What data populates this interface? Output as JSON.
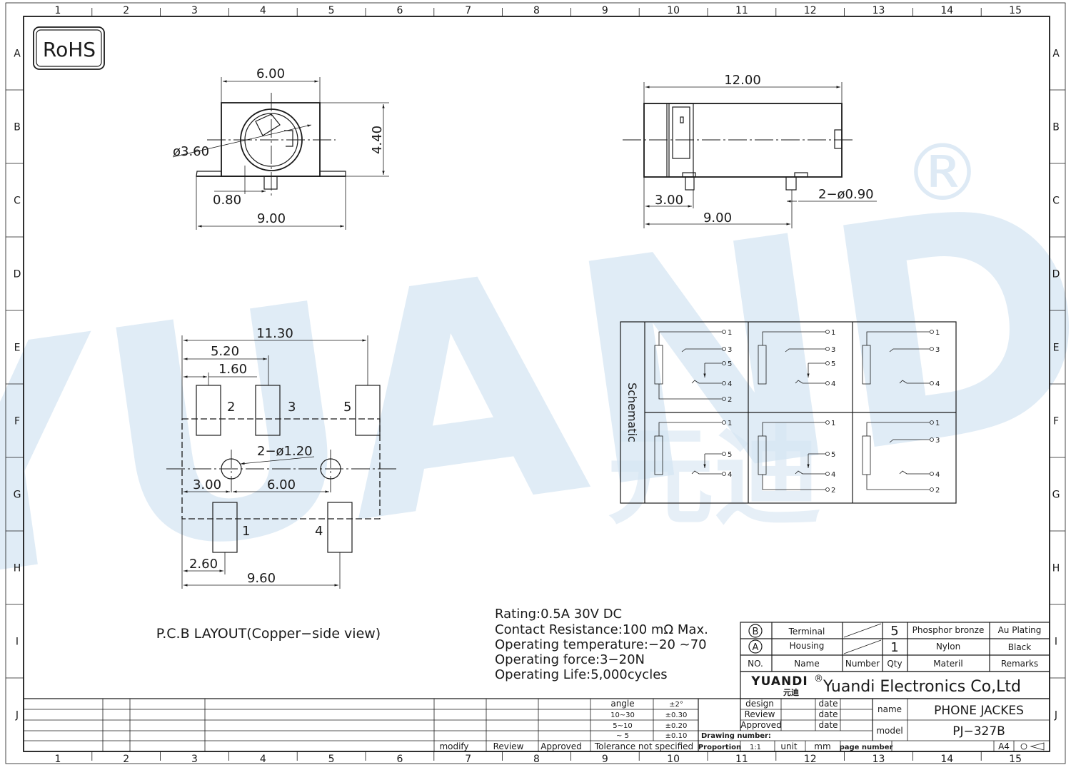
{
  "frame": {
    "columns": [
      "1",
      "2",
      "3",
      "4",
      "5",
      "6",
      "7",
      "8",
      "9",
      "10",
      "11",
      "12",
      "13",
      "14",
      "15"
    ],
    "rows": [
      "A",
      "B",
      "C",
      "D",
      "E",
      "F",
      "G",
      "H",
      "I",
      "J"
    ]
  },
  "rohs_label": "RoHS",
  "watermark": {
    "brand": "YUANDI",
    "chinese": "元迪",
    "registered": "®"
  },
  "front_view": {
    "width": "6.00",
    "height": "4.40",
    "bore": "ø3.60",
    "pin_offset": "0.80",
    "overall": "9.00"
  },
  "side_view": {
    "length": "12.00",
    "pins": "2−ø0.90",
    "offset": "3.00",
    "spacing": "9.00"
  },
  "pcb": {
    "overall": "11.30",
    "mid": "5.20",
    "small": "1.60",
    "holes": "2−ø1.20",
    "hole_offset": "3.00",
    "hole_spacing": "6.00",
    "pad_offset": "2.60",
    "pad_spacing": "9.60",
    "pads": [
      "2",
      "3",
      "5",
      "1",
      "4"
    ],
    "caption": "P.C.B LAYOUT(Copper−side view)"
  },
  "schematic": {
    "label": "Schematic",
    "pins": [
      "1",
      "2",
      "3",
      "4",
      "5"
    ]
  },
  "specs": [
    "Rating:0.5A 30V DC",
    "Contact Resistance:100 mΩ Max.",
    "Operating temperature:−20 ~70",
    "Operating force:3−20N",
    "Operating Life:5,000cycles"
  ],
  "bom": {
    "rows": [
      {
        "no": "B",
        "name": "Terminal",
        "qty": "5",
        "material": "Phosphor bronze",
        "remarks": "Au Plating"
      },
      {
        "no": "A",
        "name": "Housing",
        "qty": "1",
        "material": "Nylon",
        "remarks": "Black"
      }
    ],
    "header": {
      "no": "NO.",
      "name": "Name",
      "number": "Number",
      "qty": "Qty",
      "material": "Materil",
      "remarks": "Remarks"
    }
  },
  "company": {
    "logo": "YUANDI",
    "logo_cn": "元迪",
    "name": "Yuandi Electronics Co,Ltd"
  },
  "title_block": {
    "design": "design",
    "review": "Review",
    "approved": "Approved",
    "date": "date",
    "name_label": "name",
    "name_value": "PHONE JACKES",
    "model_label": "model",
    "model_value": "PJ−327B",
    "drawing_number": "Drawing number:",
    "proportion": "Proportion",
    "scale": "1:1",
    "unit": "unit",
    "unit_value": "mm",
    "page_number": "page number",
    "paper": "A4"
  },
  "tolerance": {
    "angle": "angle",
    "angle_tol": "±2°",
    "r1": "10~30",
    "r1_tol": "±0.30",
    "r2": "5~10",
    "r2_tol": "±0.20",
    "r3": "~ 5",
    "r3_tol": "±0.10",
    "label": "Tolerance not specified"
  },
  "revision": {
    "modify": "modify",
    "review": "Review",
    "approved": "Approved"
  }
}
